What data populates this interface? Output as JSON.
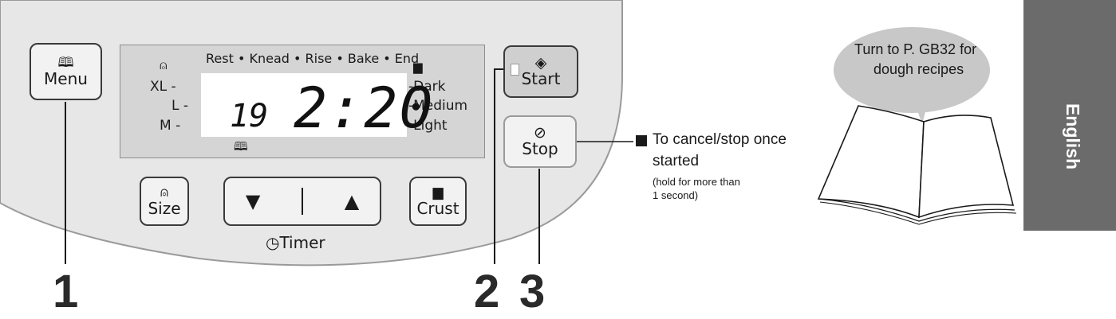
{
  "panel": {
    "menu_label": "Menu",
    "start_label": "Start",
    "stop_label": "Stop",
    "size_label": "Size",
    "crust_label": "Crust",
    "timer_label": "Timer",
    "down_arrow": "▼",
    "up_arrow": "▲"
  },
  "display": {
    "stages": "Rest • Knead • Rise • Bake • End",
    "size_xl": "XL",
    "size_l": "L",
    "size_m": "M",
    "crust_dark": "Dark",
    "crust_medium": "Medium",
    "crust_light": "Light",
    "menu_number": "19",
    "time": "2:20"
  },
  "steps": {
    "one": "1",
    "two": "2",
    "three": "3"
  },
  "callout": {
    "line1": "To cancel/stop once",
    "line2": "started",
    "note1": "(hold for more than",
    "note2": "1 second)"
  },
  "speech_bubble": {
    "line1": "Turn to P. GB32 for",
    "line2": "dough recipes"
  },
  "language_tab": "English",
  "colors": {
    "panel": "#e7e7e7",
    "lcd": "#d5d5d5",
    "bubble": "#c8c8c8",
    "tab": "#6b6b6b"
  }
}
